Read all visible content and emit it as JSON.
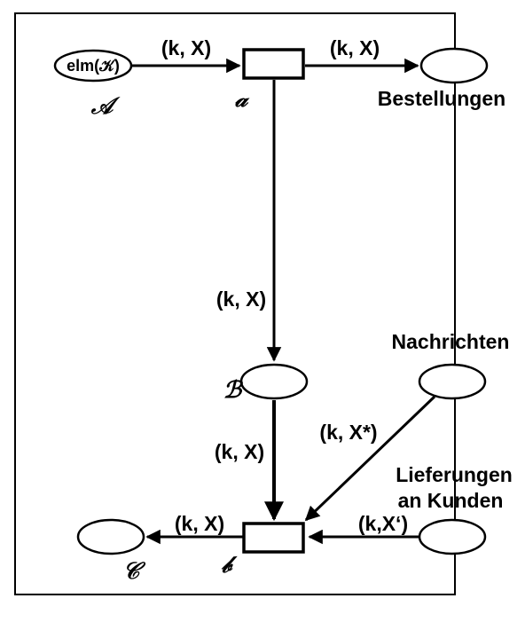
{
  "diagram": {
    "places": {
      "A": {
        "token": "elm(𝒦)",
        "label": "𝒜"
      },
      "bestellungen": {
        "label": "Bestellungen"
      },
      "B": {
        "label": "ℬ"
      },
      "nachrichten": {
        "label": "Nachrichten"
      },
      "lieferungen": {
        "label_line1": "Lieferungen",
        "label_line2": "an Kunden"
      },
      "C": {
        "label": "𝒞"
      }
    },
    "transitions": {
      "a": {
        "label": "𝒶"
      },
      "b": {
        "label": "𝒷"
      }
    },
    "arcs": {
      "A_to_a": "(k, X)",
      "a_to_bestellungen": "(k, X)",
      "a_to_B": "(k, X)",
      "B_to_b": "(k, X)",
      "nachrichten_to_b": "(k, X*)",
      "lieferungen_to_b": "(k,X‘)",
      "b_to_C": "(k, X)"
    }
  }
}
